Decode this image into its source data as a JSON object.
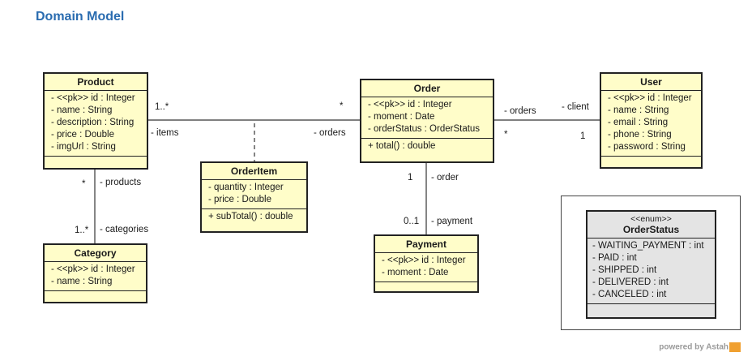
{
  "title": "Domain Model",
  "footer": {
    "text": "powered by Astah"
  },
  "classes": {
    "product": {
      "name": "Product",
      "attributes": [
        "- <<pk>> id : Integer",
        "- name : String",
        "- description : String",
        "- price : Double",
        "- imgUrl : String"
      ]
    },
    "order": {
      "name": "Order",
      "attributes": [
        "- <<pk>> id : Integer",
        "- moment : Date",
        "- orderStatus : OrderStatus"
      ],
      "operations": [
        "+ total() : double"
      ]
    },
    "user": {
      "name": "User",
      "attributes": [
        "- <<pk>> id : Integer",
        "- name : String",
        "- email : String",
        "- phone : String",
        "- password : String"
      ]
    },
    "orderitem": {
      "name": "OrderItem",
      "attributes": [
        "- quantity : Integer",
        "- price : Double"
      ],
      "operations": [
        "+ subTotal() : double"
      ]
    },
    "category": {
      "name": "Category",
      "attributes": [
        "- <<pk>> id : Integer",
        "- name : String"
      ]
    },
    "payment": {
      "name": "Payment",
      "attributes": [
        "- <<pk>> id : Integer",
        "- moment : Date"
      ]
    },
    "orderstatus": {
      "stereotype": "<<enum>>",
      "name": "OrderStatus",
      "attributes": [
        "- WAITING_PAYMENT : int",
        "- PAID : int",
        "- SHIPPED : int",
        "- DELIVERED : int",
        "- CANCELED : int"
      ]
    }
  },
  "associations": {
    "product_order": {
      "product_mult": "1..*",
      "product_role": "- items",
      "order_mult": "*",
      "order_role": "- orders"
    },
    "order_user": {
      "order_role": "- orders",
      "order_mult": "*",
      "user_role": "- client",
      "user_mult": "1"
    },
    "product_category": {
      "product_mult": "*",
      "product_role": "- products",
      "category_mult": "1..*",
      "category_role": "- categories"
    },
    "order_payment": {
      "order_mult": "1",
      "order_role": "- order",
      "payment_mult": "0..1",
      "payment_role": "- payment"
    }
  }
}
